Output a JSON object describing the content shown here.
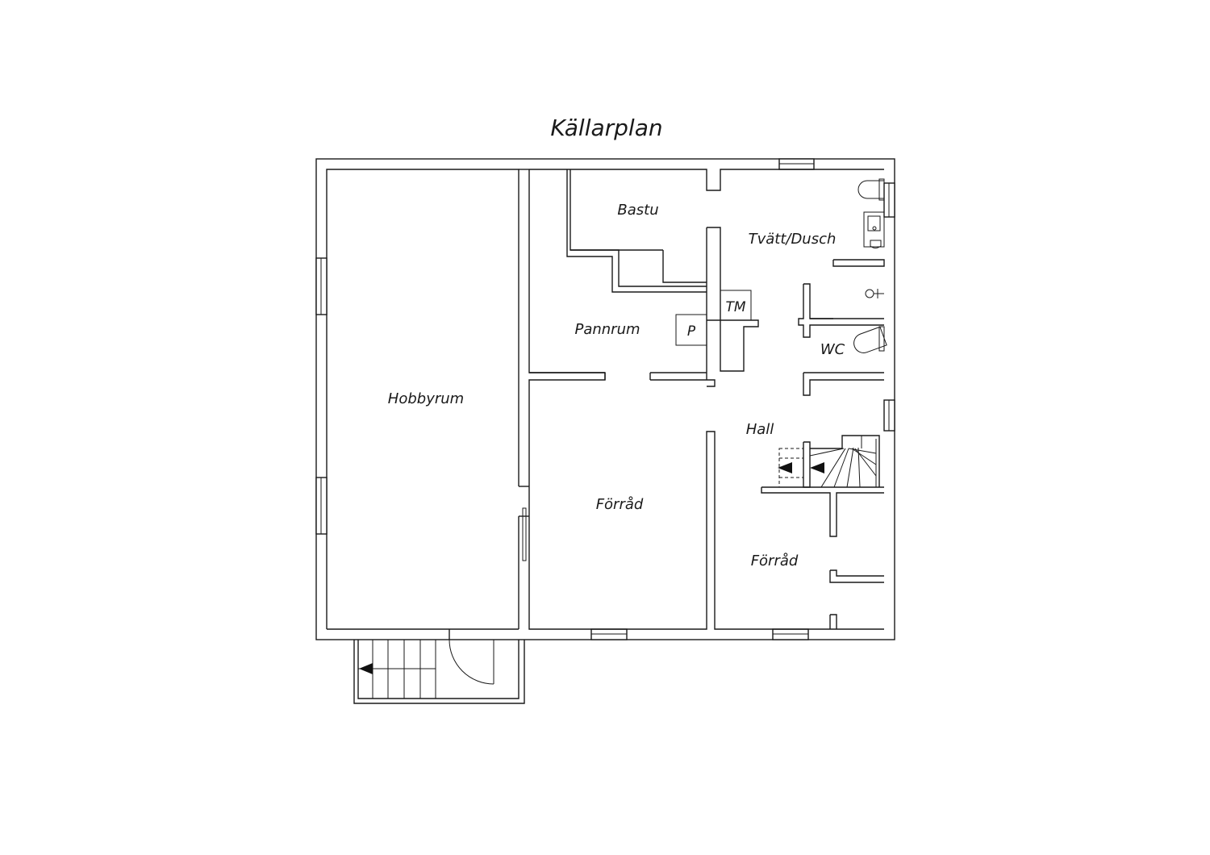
{
  "plan": {
    "title": "Källarplan",
    "rooms": {
      "hobbyrum": "Hobbyrum",
      "bastu": "Bastu",
      "tvatt_dusch": "Tvätt/Dusch",
      "pannrum": "Pannrum",
      "wc": "WC",
      "hall": "Hall",
      "forrad_center": "Förråd",
      "forrad_right": "Förråd"
    },
    "fixtures": {
      "p_box": "P",
      "tm_box": "TM"
    }
  }
}
